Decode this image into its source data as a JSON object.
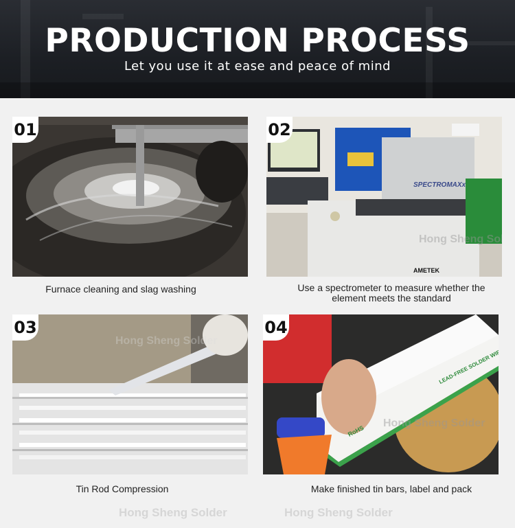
{
  "header": {
    "title": "PRODUCTION PROCESS",
    "subtitle": "Let you use it at ease and peace of mind"
  },
  "steps": [
    {
      "number": "01",
      "caption": "Furnace cleaning and slag washing"
    },
    {
      "number": "02",
      "caption": "Use a spectrometer to measure whether the element meets the standard"
    },
    {
      "number": "03",
      "caption": "Tin Rod Compression"
    },
    {
      "number": "04",
      "caption": "Make finished tin bars, label and pack"
    }
  ],
  "labels": {
    "spectro": "SPECTROMAXx",
    "ametek": "AMETEK",
    "box_brand": "LEAD-FREE SOLDER WIRE",
    "rohs": "RoHS"
  },
  "watermark": "Hong Sheng Solder",
  "colors": {
    "banner": "#1c1f24",
    "background": "#f1f1f1",
    "caption_text": "#222222"
  }
}
